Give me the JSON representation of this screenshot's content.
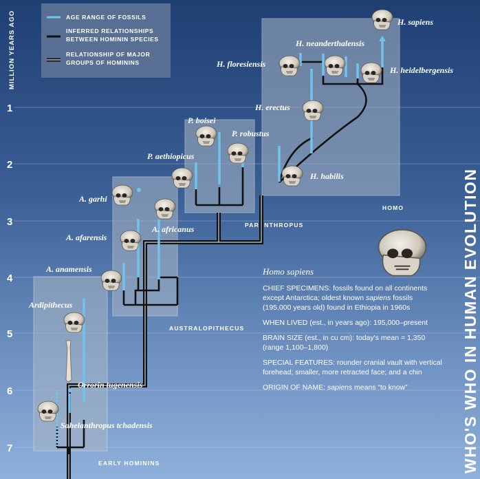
{
  "axis": {
    "title": "MILLION YEARS AGO",
    "ticks": [
      "1",
      "2",
      "3",
      "4",
      "5",
      "6",
      "7"
    ]
  },
  "side_title": "WHO'S WHO IN HUMAN EVOLUTION",
  "legend": [
    {
      "line1": "AGE RANGE OF FOSSILS",
      "line2": "",
      "color": "#6fc3ec"
    },
    {
      "line1": "INFERRED RELATIONSHIPS",
      "line2": "BETWEEN HOMININ SPECIES",
      "color": "#111111"
    },
    {
      "line1": "RELATIONSHIP OF MAJOR",
      "line2": "GROUPS OF HOMININS",
      "color": "#111111"
    }
  ],
  "groups": {
    "homo": "HOMO",
    "paranthropus": "PARANTHROPUS",
    "australopithecus": "AUSTRALOPITHECUS",
    "early": "EARLY HOMININS"
  },
  "species": {
    "sapiens": "H. sapiens",
    "neanderthalensis": "H. neanderthalensis",
    "floresiensis": "H. floresiensis",
    "heidelbergensis": "H. heidelbergensis",
    "erectus": "H. erectus",
    "habilis": "H. habilis",
    "boisei": "P. boisei",
    "robustus": "P. robustus",
    "aethiopicus": "P. aethiopicus",
    "garhi": "A. garhi",
    "africanus": "A. africanus",
    "afarensis": "A. afarensis",
    "anamensis": "A. anamensis",
    "ardipithecus": "Ardipithecus",
    "orrorin": "Orrorin tugenensis",
    "sahelanthropus": "Sahelanthropus tchadensis"
  },
  "info": {
    "heading": "Homo sapiens",
    "specimens_label": "CHIEF SPECIMENS:",
    "specimens_text1": " fossils found on all continents except Antarctica; oldest known ",
    "specimens_italic": "sapiens",
    "specimens_text2": " fossils (195,000 years old) found in Ethiopia in 1960s",
    "lived_label": "WHEN LIVED",
    "lived_text": " (est., in years ago): 195,000–present",
    "brain_label": "BRAIN SIZE",
    "brain_text": " (est., in cu cm): today's mean = 1,350 (range 1,100–1,800)",
    "features_label": "SPECIAL FEATURES:",
    "features_text": " rounder cranial vault with vertical forehead; smaller, more retracted face; and a chin",
    "origin_label": "ORIGIN OF NAME:",
    "origin_italic": "sapiens",
    "origin_text": " means “to know”"
  },
  "colors": {
    "fossil_range": "#6fc3ec",
    "relationship": "#111111",
    "group_panel": "#a9b6c6"
  }
}
